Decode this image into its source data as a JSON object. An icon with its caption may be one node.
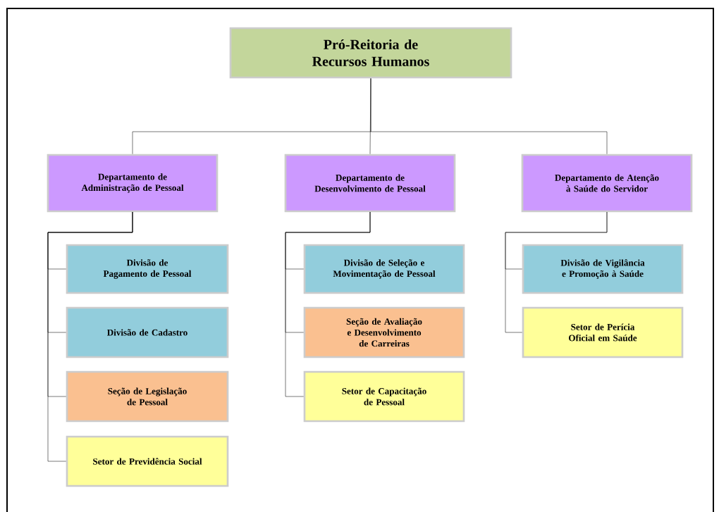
{
  "diagram": {
    "nodes": [
      {
        "text": [
          "Pró-Reitoria de Recursos Humanos"
        ]
      },
      {
        "text": [
          "Departamento de Administração de Pessoal"
        ]
      },
      {
        "text": [
          "Departamento de Desenvolvimento de Pessoal"
        ]
      },
      {
        "text": [
          "Departamento de Atenção à Saúde do Servidor"
        ]
      },
      {
        "text": [
          "Divisão de Pagamento de Pessoal"
        ]
      },
      {
        "text": [
          "Divisão de Cadastro"
        ]
      },
      {
        "text": [
          "Seção de Legislação de Pessoal"
        ]
      },
      {
        "text": [
          "Setor de Previdência Social"
        ]
      },
      {
        "text": [
          "Divisão de Seleção e Movimentação de Pessoal"
        ]
      },
      {
        "text": [
          "Seção de Avaliação e Desenvolvimento de Carreiras"
        ]
      },
      {
        "text": [
          "Setor de Capacitação de Pessoal"
        ]
      },
      {
        "text": [
          "Divisão de Vigilância e Promoção à Saúde"
        ]
      },
      {
        "text": [
          "Setor de Perícia Oficial em Saúde"
        ]
      }
    ],
    "edges": [
      {
        "from": 0,
        "to": 1,
        "arrow": "none"
      },
      {
        "from": 0,
        "to": 2,
        "arrow": "none"
      },
      {
        "from": 0,
        "to": 3,
        "arrow": "none"
      },
      {
        "from": 1,
        "to": 4,
        "arrow": "none"
      },
      {
        "from": 1,
        "to": 5,
        "arrow": "none"
      },
      {
        "from": 1,
        "to": 6,
        "arrow": "none"
      },
      {
        "from": 1,
        "to": 7,
        "arrow": "none"
      },
      {
        "from": 2,
        "to": 8,
        "arrow": "none"
      },
      {
        "from": 2,
        "to": 9,
        "arrow": "none"
      },
      {
        "from": 2,
        "to": 10,
        "arrow": "none"
      },
      {
        "from": 3,
        "to": 11,
        "arrow": "none"
      },
      {
        "from": 3,
        "to": 12,
        "arrow": "none"
      }
    ]
  }
}
